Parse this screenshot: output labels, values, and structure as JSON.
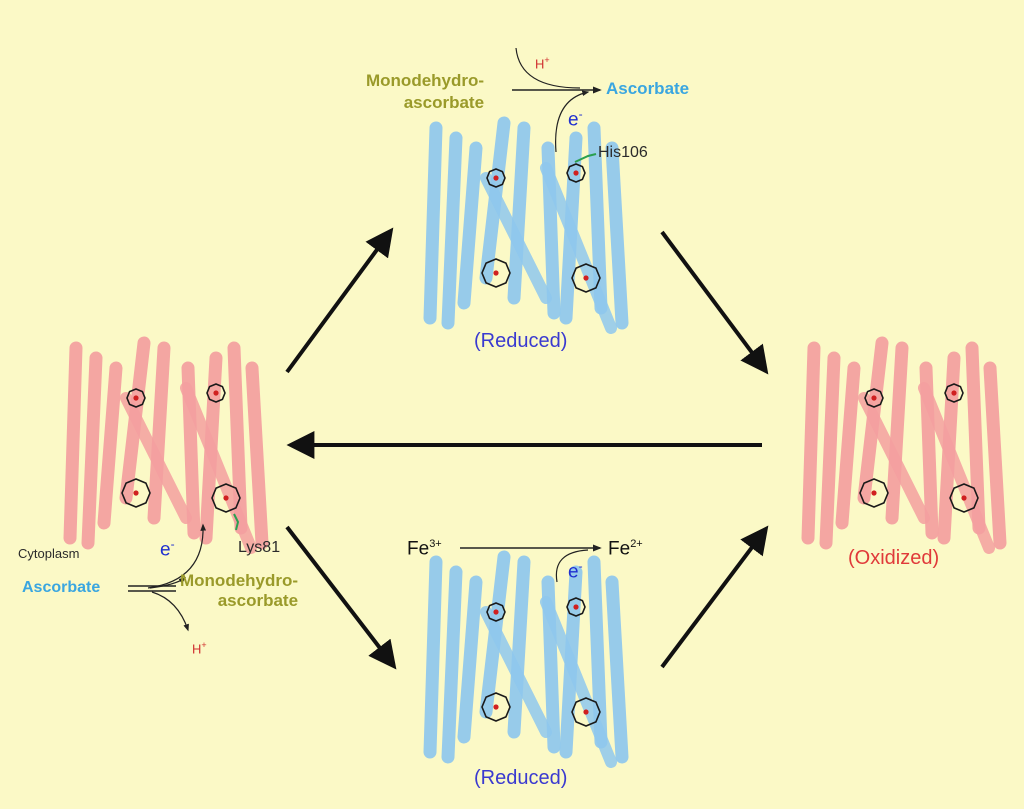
{
  "labels": {
    "top_reactant": "Monodehydro-\nascorbate",
    "top_product": "Ascorbate",
    "top_electron": "e",
    "top_electron_sup": "-",
    "top_proton": "H",
    "top_proton_sup": "+",
    "his": "His106",
    "reduced_top": "(Reduced)",
    "reduced_bottom": "(Reduced)",
    "oxidized": "(Oxidized)",
    "cytoplasm": "Cytoplasm",
    "lys": "Lys81",
    "left_electron": "e",
    "left_electron_sup": "-",
    "left_ascorbate": "Ascorbate",
    "left_product": "Monodehydro-\nascorbate",
    "left_proton": "H",
    "left_proton_sup": "+",
    "fe3": "Fe",
    "fe3_sup": "3+",
    "fe2": "Fe",
    "fe2_sup": "2+",
    "bottom_electron": "e",
    "bottom_electron_sup": "-"
  },
  "colors": {
    "background": "#fbf9c6",
    "reduced_protein": "#8fc8ee",
    "oxidized_protein": "#f4a0a0",
    "reduced_text": "#3a3ad0",
    "oxidized_text": "#e03a3a",
    "arrow": "#111111"
  }
}
